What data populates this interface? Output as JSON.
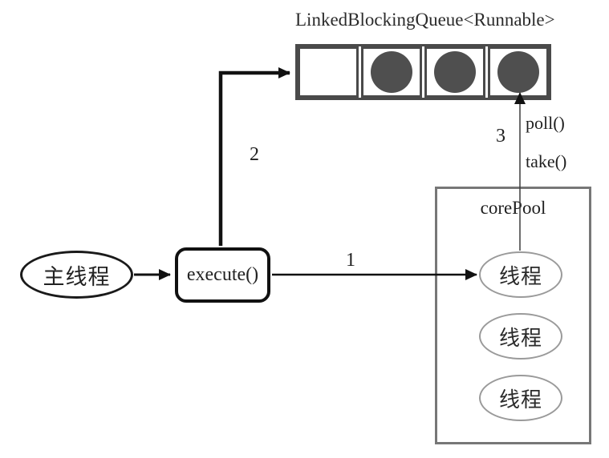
{
  "diagram": {
    "title": "LinkedBlockingQueue<Runnable>",
    "queue": {
      "cells": [
        {
          "filled": false
        },
        {
          "filled": true
        },
        {
          "filled": true
        },
        {
          "filled": true
        }
      ],
      "circle_fill": "#4f4f4f"
    },
    "nodes": {
      "main_thread": "主线程",
      "execute": "execute()",
      "core_pool": "corePool",
      "threads": [
        "线程",
        "线程",
        "线程"
      ]
    },
    "labels": {
      "step1": "1",
      "step2": "2",
      "step3": "3",
      "poll": "poll()",
      "take": "take()"
    },
    "colors": {
      "arrow": "#111111",
      "thin_arrow_line": "#3d3d3d",
      "queue_border": "#4a4a4a",
      "pool_border": "#777777",
      "thread_border": "#9a9a9a",
      "text": "#222222"
    }
  }
}
